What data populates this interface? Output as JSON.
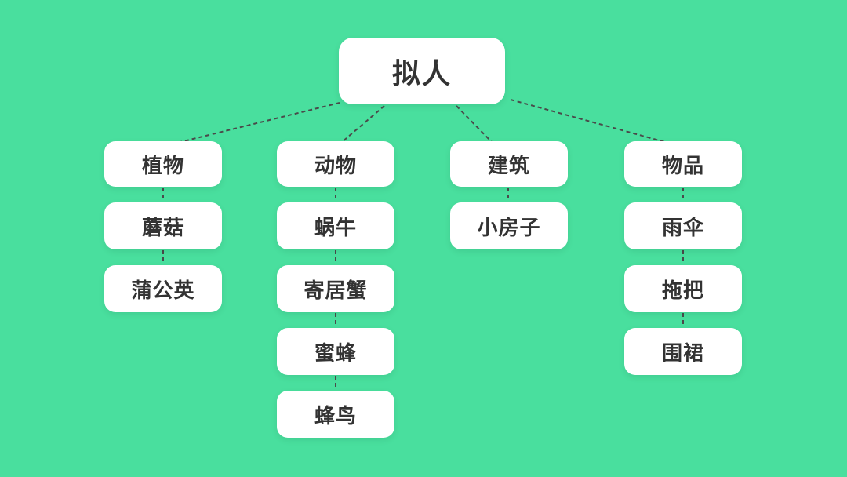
{
  "theme": {
    "background": "#49DF9E",
    "node_background": "#FFFFFF",
    "text_color": "#333333",
    "connector_color": "#4A4A4A",
    "connector_style": "dashed"
  },
  "diagram": {
    "type": "mindmap-tree",
    "root": "拟人",
    "branches": [
      {
        "label": "植物",
        "children": [
          "蘑菇",
          "蒲公英"
        ]
      },
      {
        "label": "动物",
        "children": [
          "蜗牛",
          "寄居蟹",
          "蜜蜂",
          "蜂鸟"
        ]
      },
      {
        "label": "建筑",
        "children": [
          "小房子"
        ]
      },
      {
        "label": "物品",
        "children": [
          "雨伞",
          "拖把",
          "围裙"
        ]
      }
    ]
  }
}
